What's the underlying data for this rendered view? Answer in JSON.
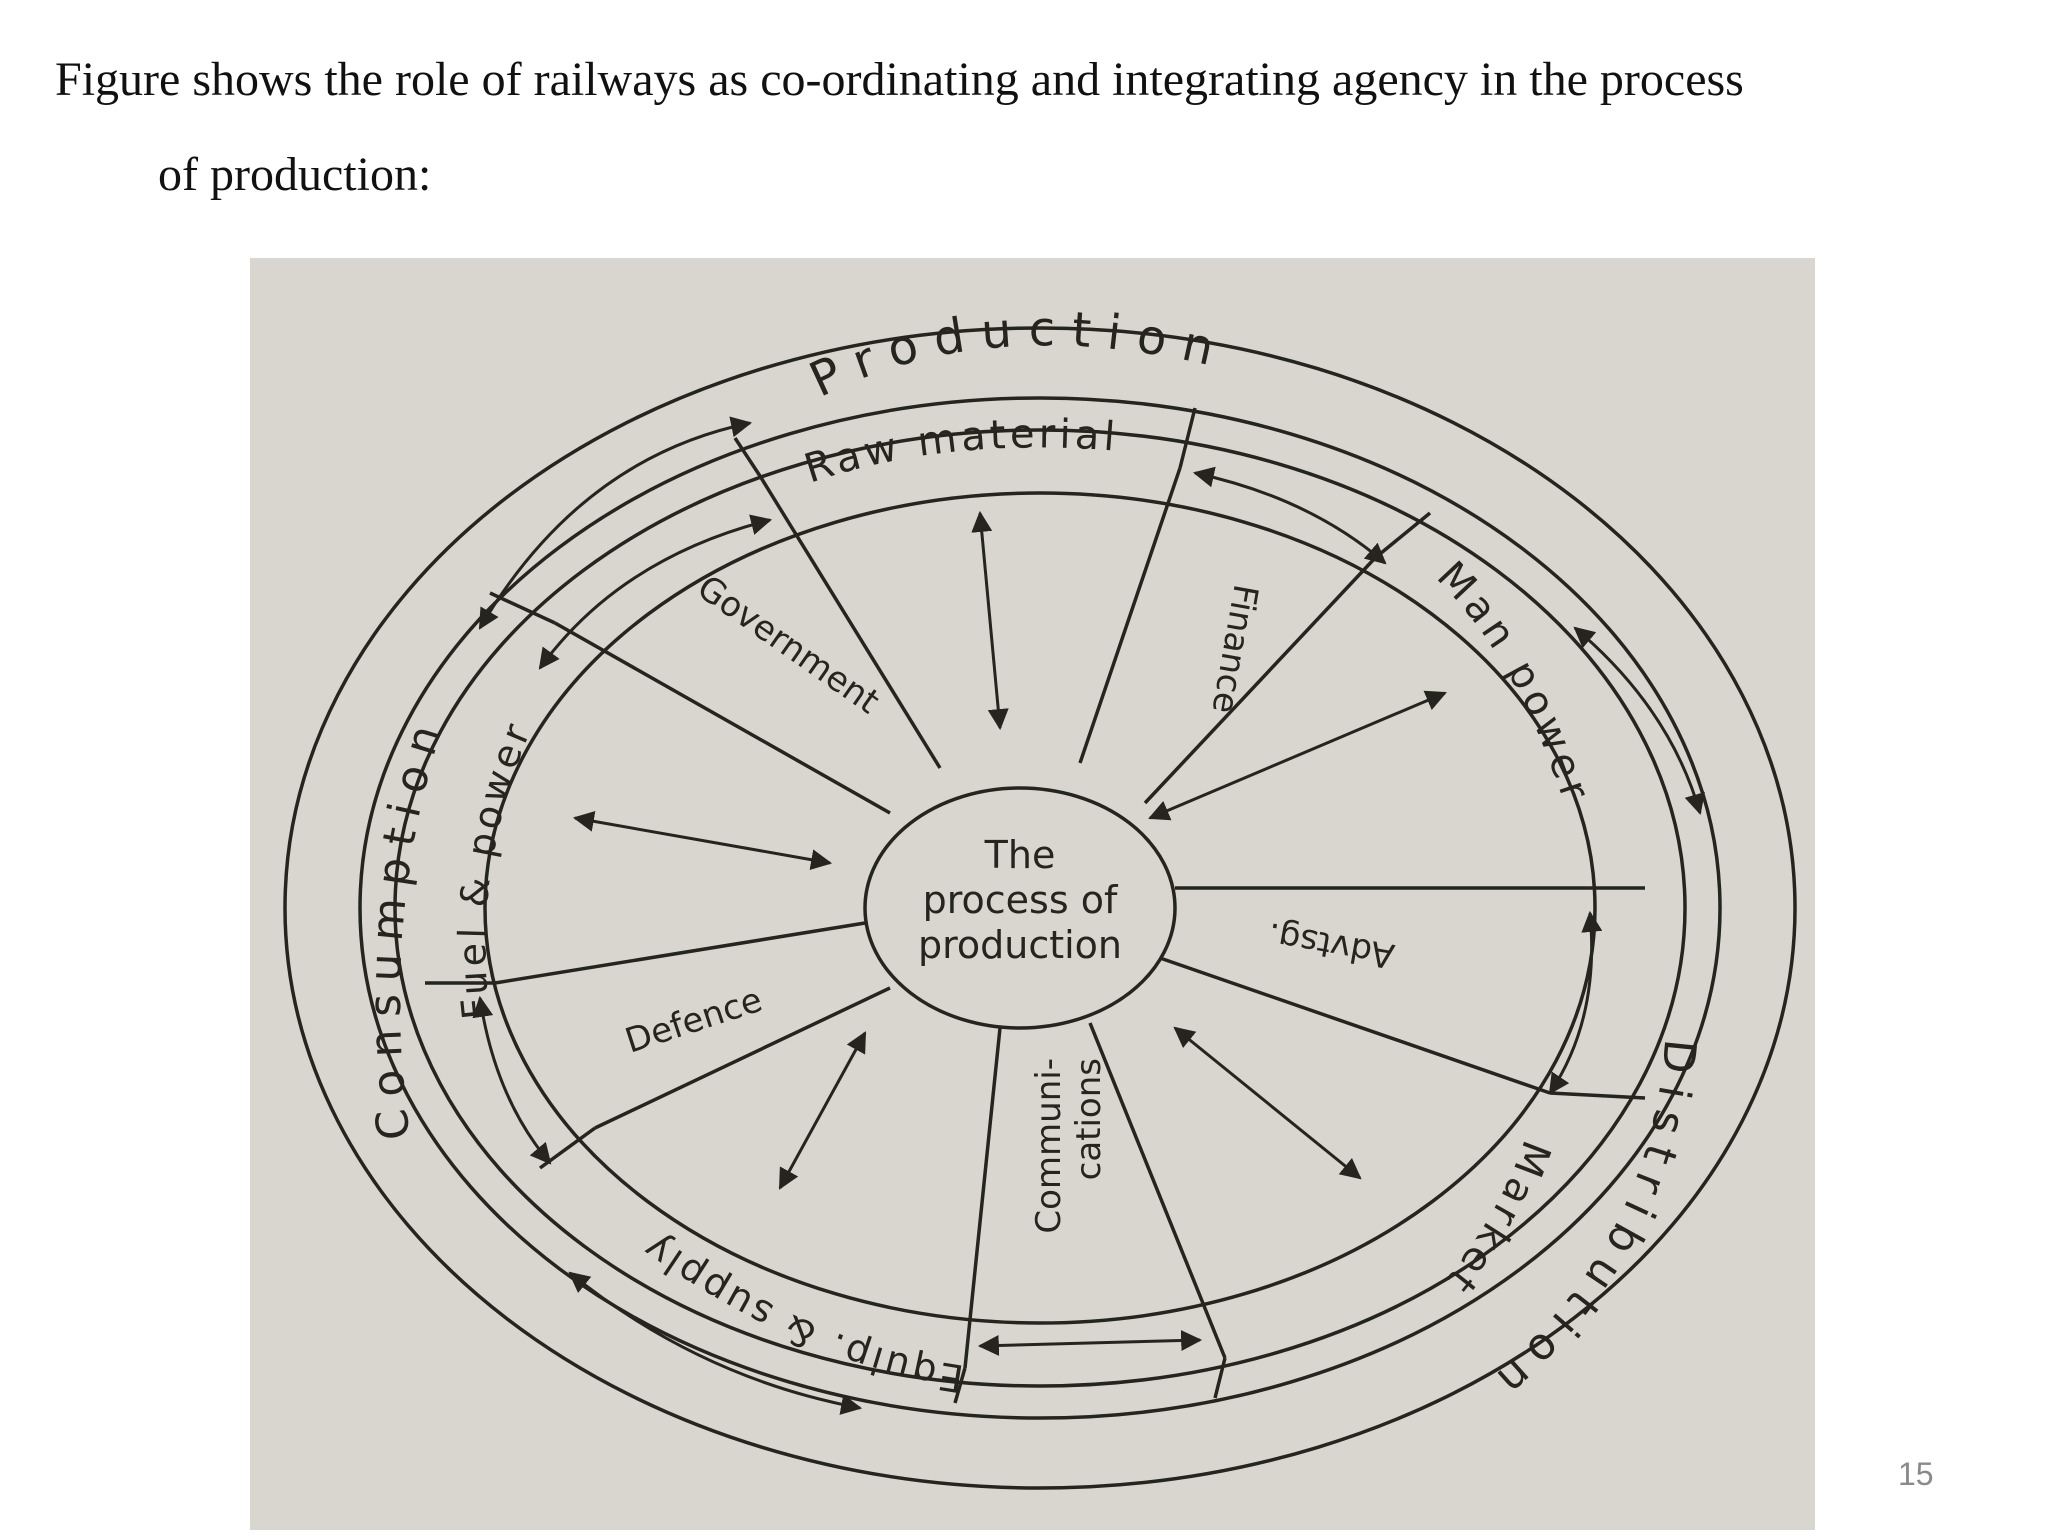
{
  "caption": {
    "line1": "Figure shows the role of railways as co-ordinating and integrating agency in the process",
    "line2": "of production:"
  },
  "diagram": {
    "outer_ring": {
      "top": "Production",
      "left": "Consumption",
      "right": "Distribution"
    },
    "segments": [
      "Raw material",
      "Man power",
      "Market",
      "Equip. & supply",
      "Fuel & power"
    ],
    "inner_sectors": {
      "government": "Government",
      "finance": "Finance",
      "advtsg": "Advtsg.",
      "communications_line1": "Communi-",
      "communications_line2": "cations",
      "defence": "Defence"
    },
    "center": {
      "line1": "The",
      "line2": "process of",
      "line3": "production"
    },
    "colors": {
      "paper": "#d9d6cf",
      "ink": "#26241f",
      "page_background": "#ffffff"
    }
  },
  "page_number": "15"
}
